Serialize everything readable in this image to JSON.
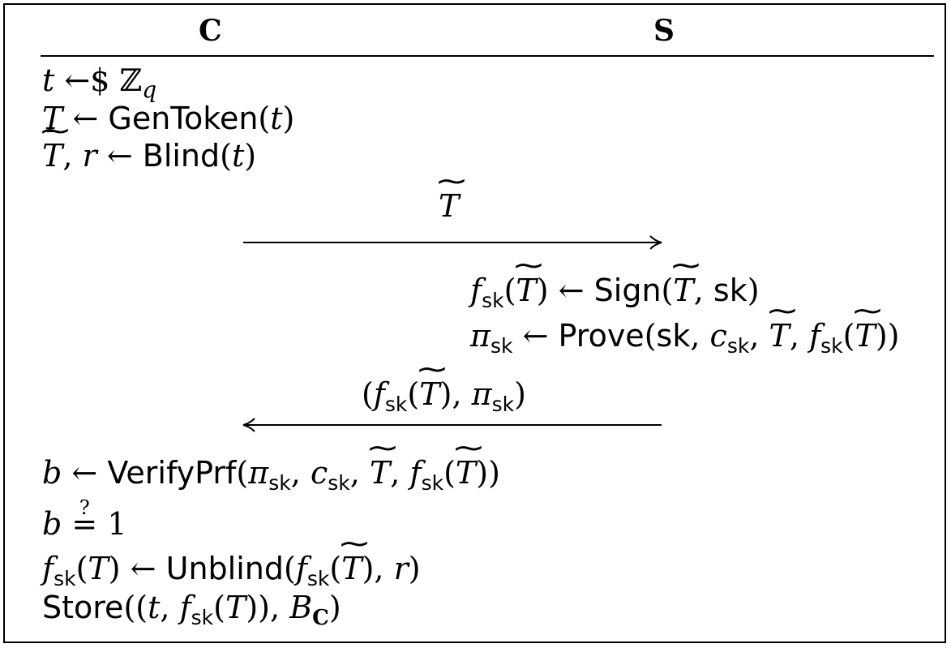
{
  "header": {
    "client_label": "C",
    "server_label": "S"
  },
  "ops": {
    "arrow": "←",
    "sample": "←$",
    "eq_check": "=",
    "comma": ",",
    "lparen": "(",
    "rparen": ")"
  },
  "vars": {
    "t": "t",
    "T": "T",
    "r": "r",
    "b": "b",
    "f": "f",
    "pi": "π",
    "c": "c",
    "B": "B",
    "Zq_set": "ℤ",
    "Zq_sub": "q",
    "sk": "sk",
    "one": "1",
    "C_sub": "C"
  },
  "functions": {
    "gen_token": "GenToken",
    "blind": "Blind",
    "sign": "Sign",
    "prove": "Prove",
    "verify": "VerifyPrf",
    "unblind": "Unblind",
    "store": "Store"
  }
}
